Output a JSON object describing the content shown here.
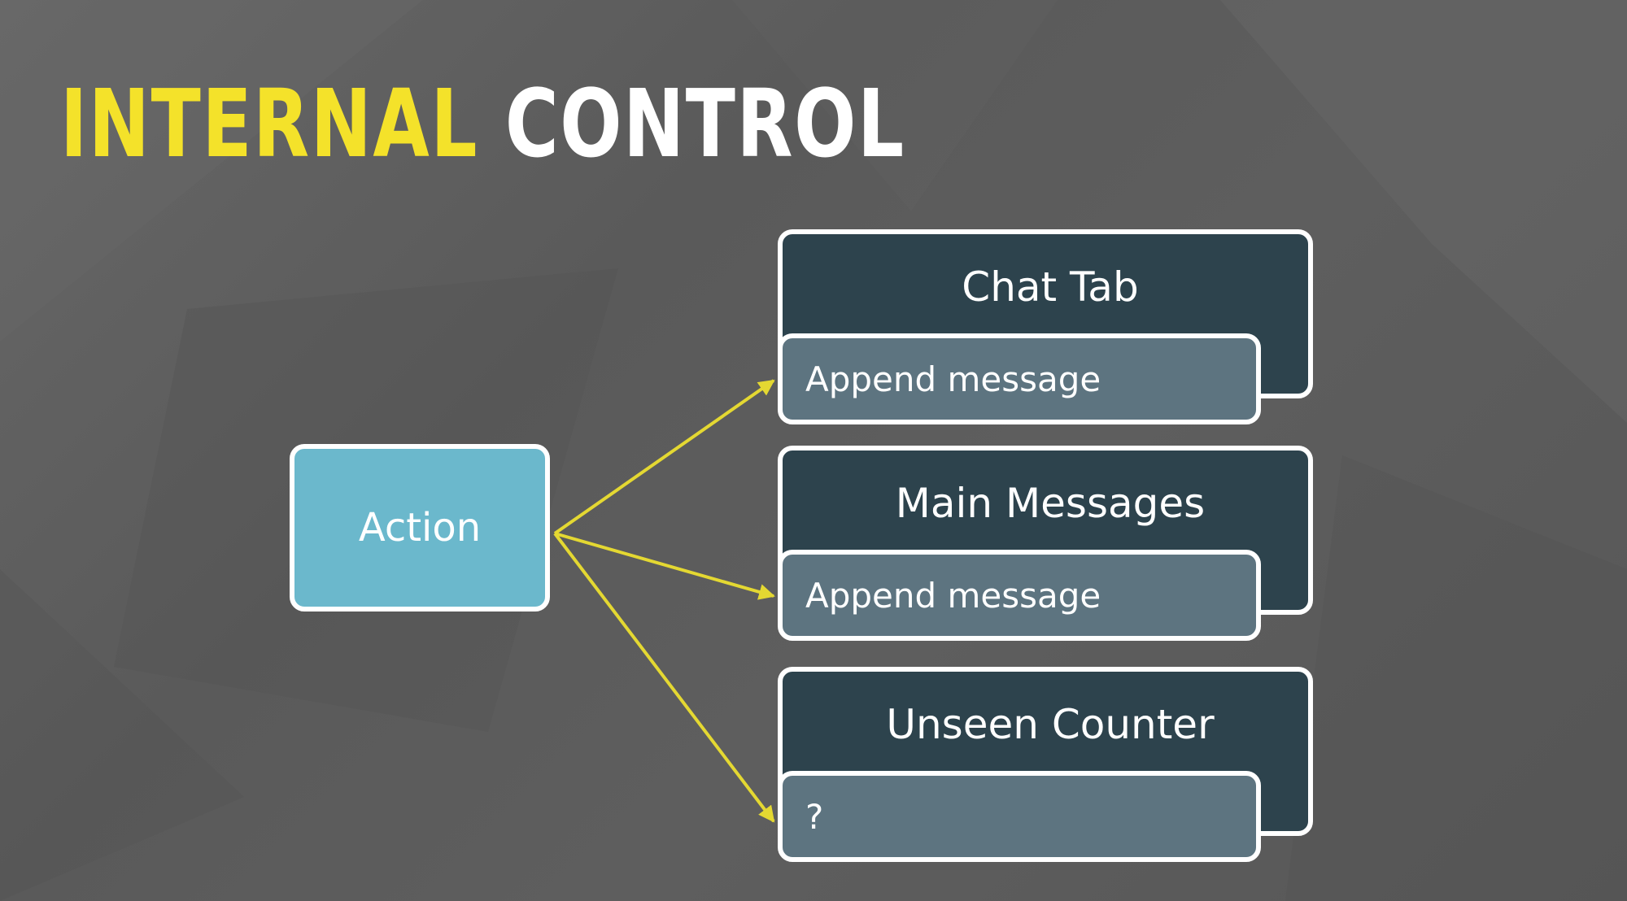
{
  "title": {
    "part1": "INTERNAL",
    "part2": "CONTROL"
  },
  "action": {
    "label": "Action"
  },
  "components": [
    {
      "name": "Chat Tab",
      "method": "Append message"
    },
    {
      "name": "Main Messages",
      "method": "Append message"
    },
    {
      "name": "Unseen Counter",
      "method": "?"
    }
  ],
  "colors": {
    "background": "#5e5e5e",
    "title_accent": "#f4e22a",
    "title_text": "#ffffff",
    "action_fill": "#6bb8cc",
    "component_fill": "#2d434d",
    "method_fill": "#5d7480",
    "arrow": "#e4d832",
    "border": "#ffffff"
  }
}
